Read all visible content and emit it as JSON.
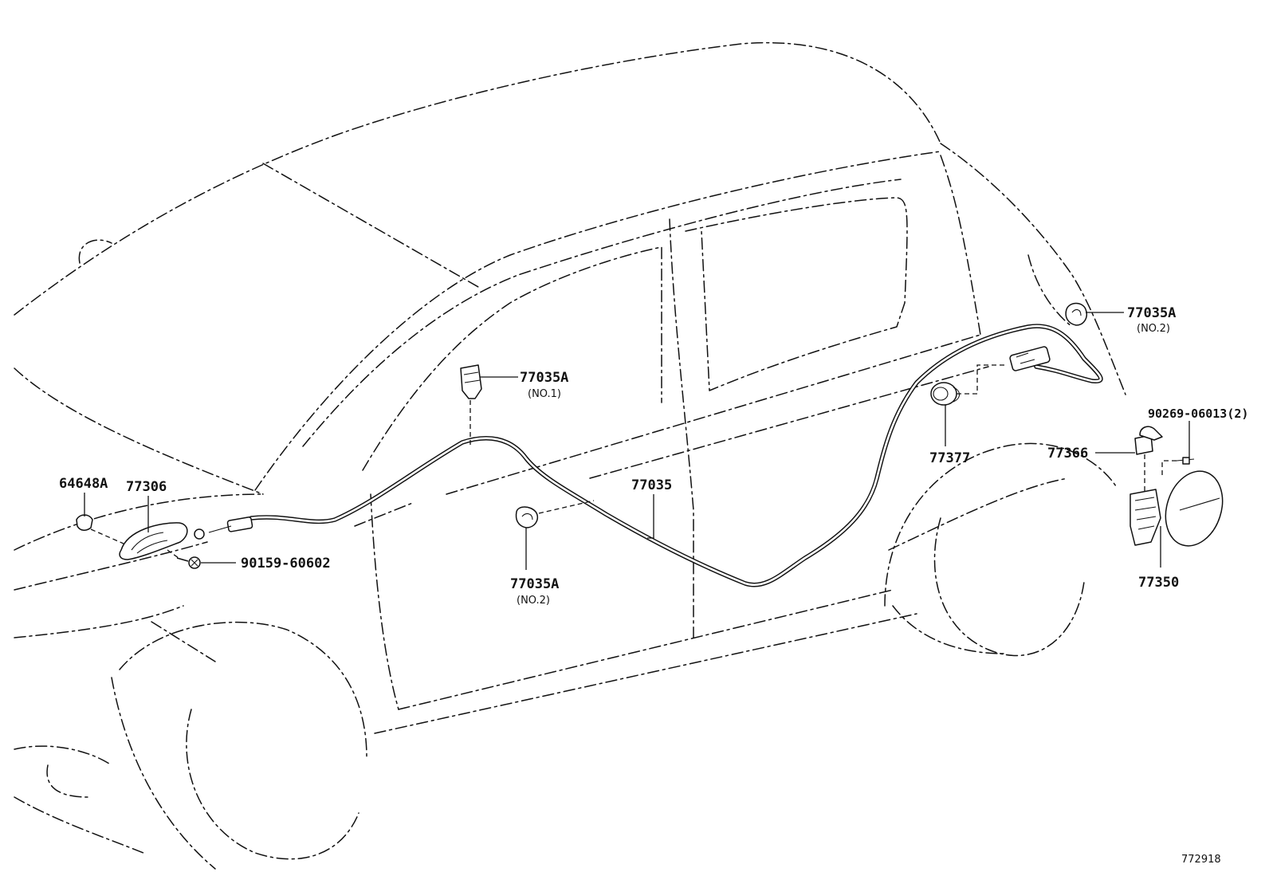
{
  "diagram": {
    "figure_number": "772918",
    "callouts": {
      "part_64648A": "64648A",
      "part_77306": "77306",
      "part_90159_60602": "90159-60602",
      "part_77035A_no1": "77035A",
      "note_77035A_no1": "(NO.1)",
      "part_77035": "77035",
      "part_77035A_no2_mid": "77035A",
      "note_77035A_no2_mid": "(NO.2)",
      "part_77035A_no2_rear": "77035A",
      "note_77035A_no2_rear": "(NO.2)",
      "part_90269_06013": "90269-06013(2)",
      "part_77377": "77377",
      "part_77366": "77366",
      "part_77350": "77350"
    }
  }
}
